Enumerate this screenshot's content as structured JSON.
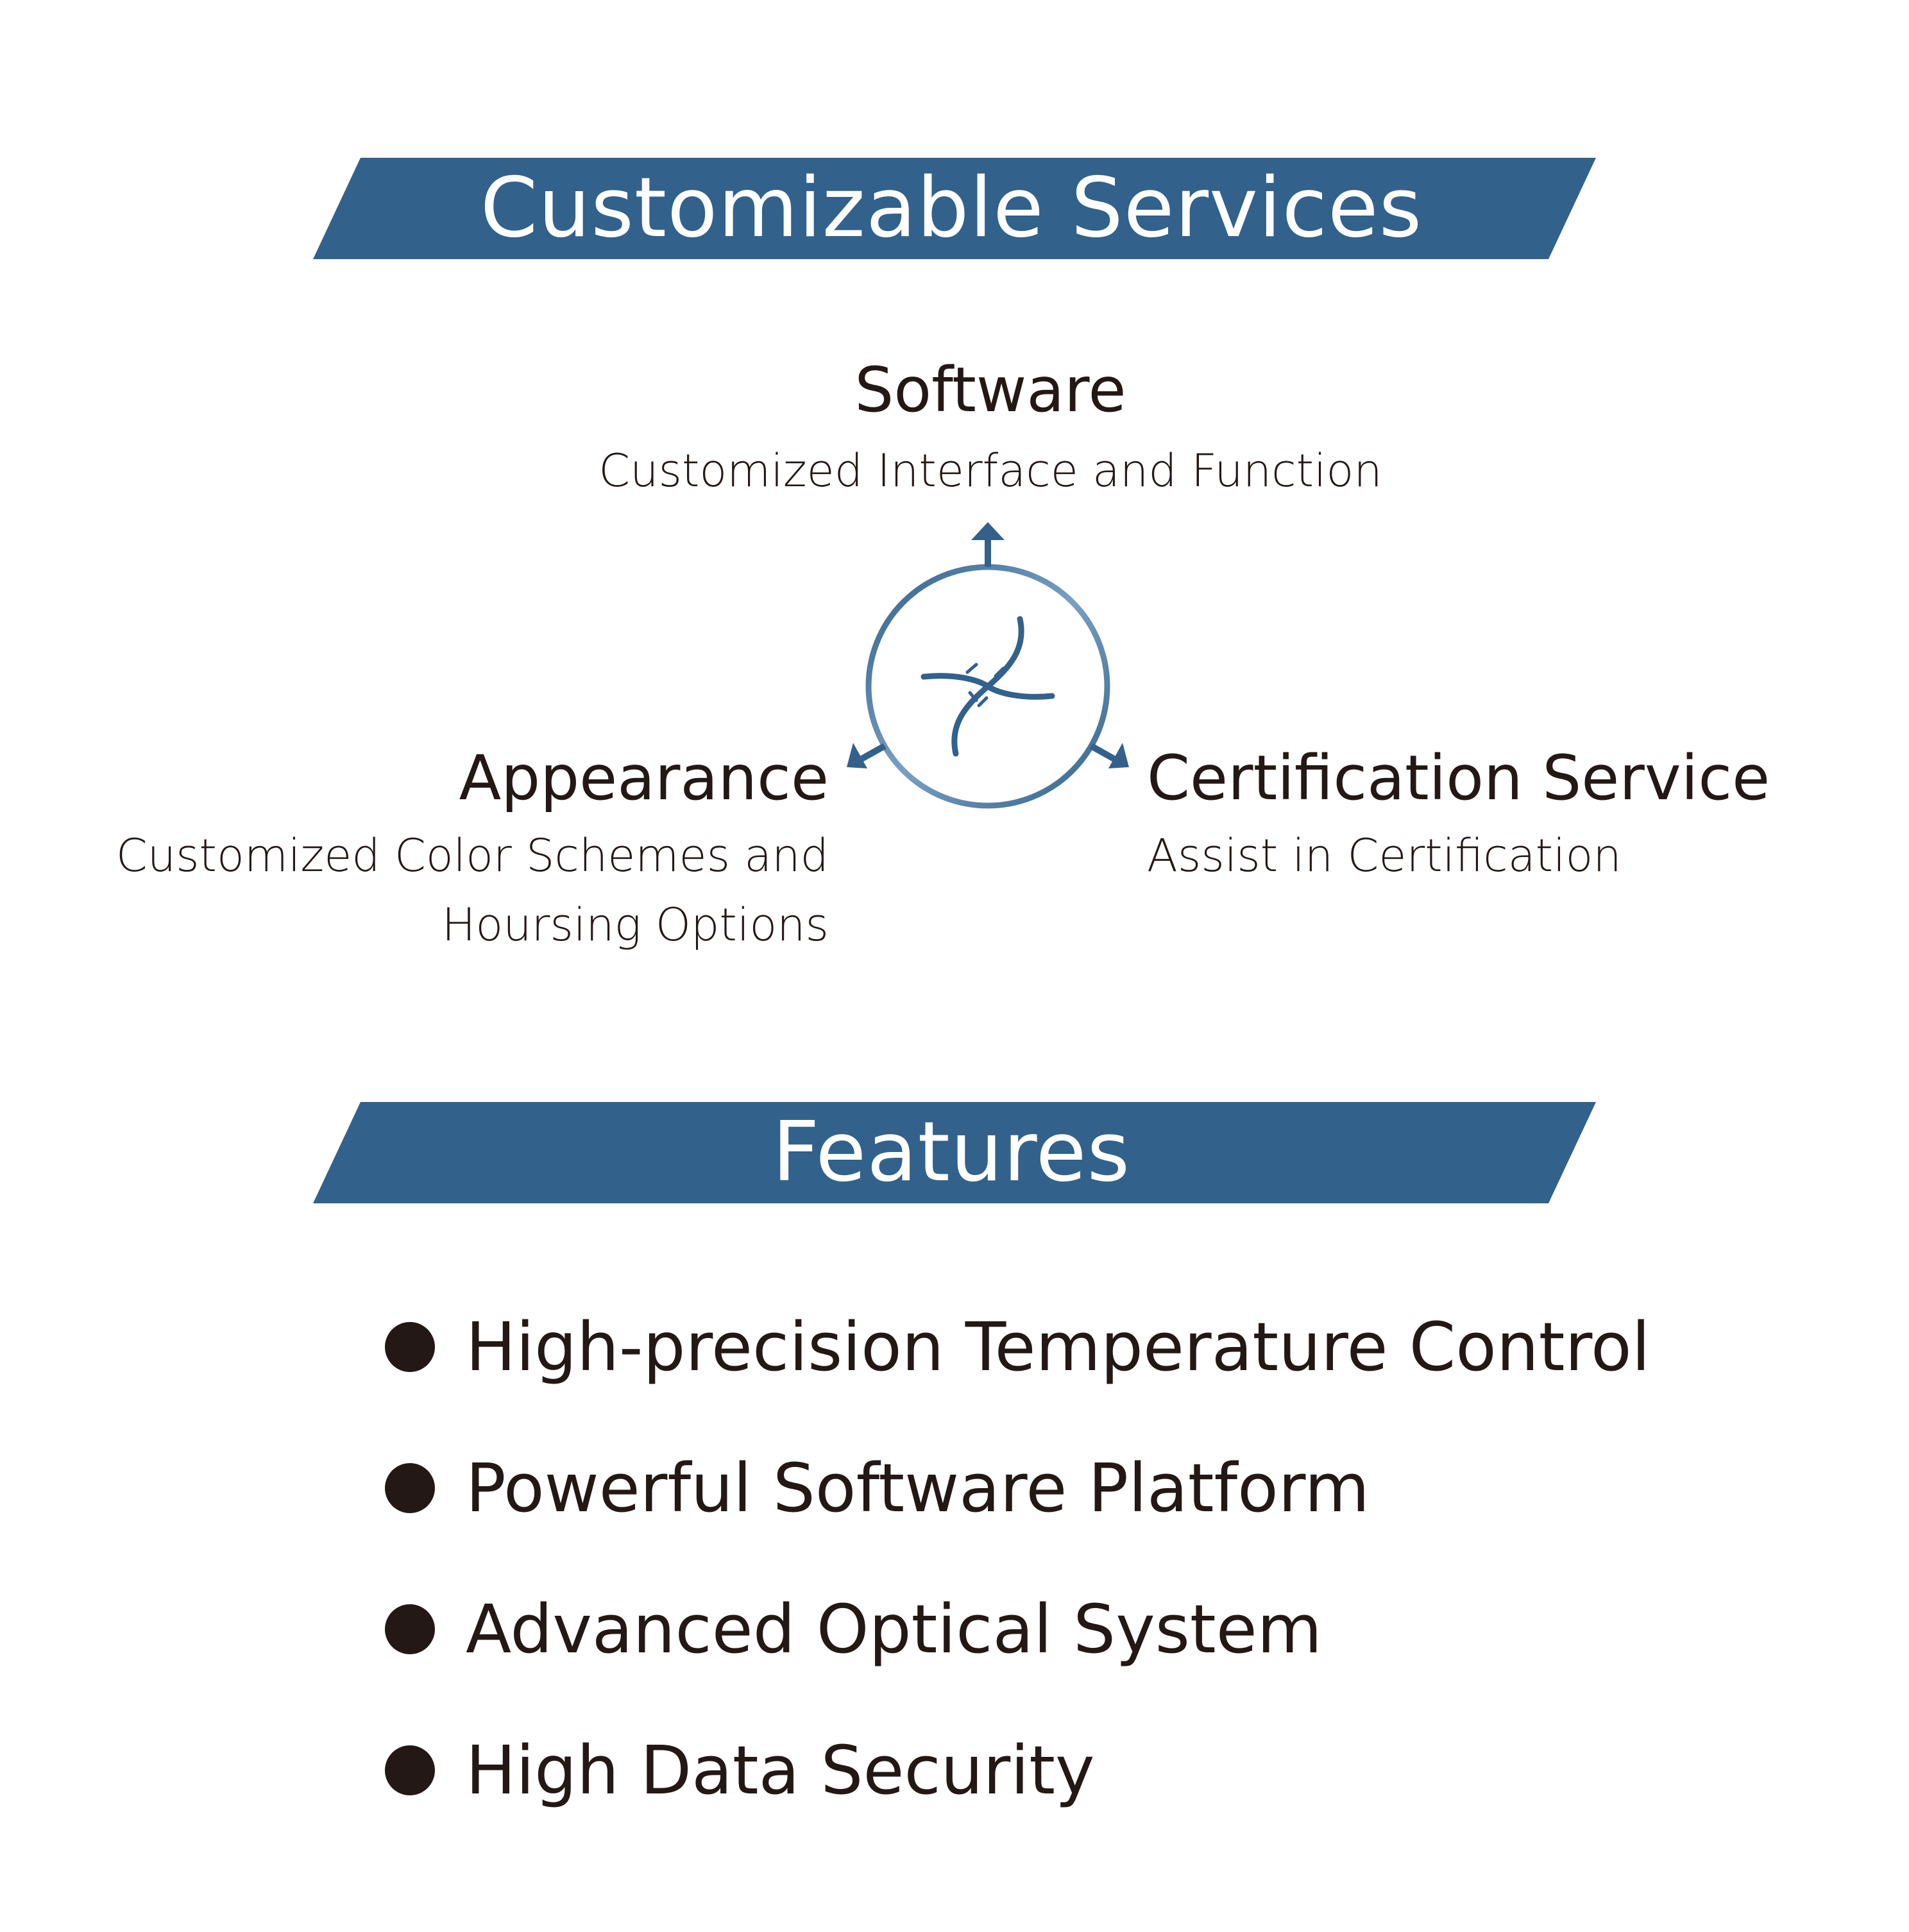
{
  "colors": {
    "accent": "#32618c",
    "accent_light": "#7a9fc2",
    "text": "#231815",
    "background": "#ffffff"
  },
  "services_banner": {
    "title": "Customizable Services"
  },
  "services": {
    "center_icon": "dna-icon",
    "software": {
      "title": "Software",
      "description": "Customized Interface and Function"
    },
    "appearance": {
      "title": "Appearance",
      "description_line1": "Customized Color Schemes and",
      "description_line2": "Hoursing Options"
    },
    "certification": {
      "title": "Certification Service",
      "description": "Assist in Certification"
    }
  },
  "features_banner": {
    "title": "Features"
  },
  "features": {
    "items": [
      {
        "label": "High-precision Temperature Control"
      },
      {
        "label": "Powerful Software Platform"
      },
      {
        "label": "Advanced Optical System"
      },
      {
        "label": "High Data Security"
      }
    ]
  }
}
